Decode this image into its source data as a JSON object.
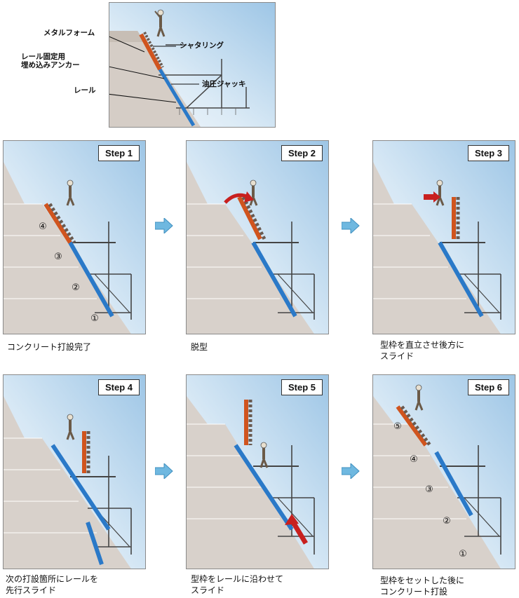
{
  "overview": {
    "labels": {
      "metal_form": "メタルフォーム",
      "shuttering": "シャタリング",
      "rail_anchor": "レール固定用\n埋め込みアンカー",
      "hydraulic_jack": "油圧ジャッキ",
      "rail": "レール"
    }
  },
  "steps": [
    {
      "tag": "Step 1",
      "caption": "コンクリート打設完了",
      "lifts": [
        "④",
        "③",
        "②",
        "①"
      ]
    },
    {
      "tag": "Step 2",
      "caption": "脱型"
    },
    {
      "tag": "Step 3",
      "caption": "型枠を直立させ後方に\nスライド"
    },
    {
      "tag": "Step 4",
      "caption": "次の打設箇所にレールを\n先行スライド"
    },
    {
      "tag": "Step 5",
      "caption": "型枠をレールに沿わせて\nスライド"
    },
    {
      "tag": "Step 6",
      "caption": "型枠をセットした後に\nコンクリート打設",
      "lifts": [
        "⑤",
        "④",
        "③",
        "②",
        "①"
      ]
    }
  ],
  "colors": {
    "sky_top": "#9ec6e6",
    "sky_bottom": "#f4f8fc",
    "wall": "#d8d1cb",
    "wall_shade": "#bfb6ae",
    "rail_blue": "#2a79c8",
    "form_orange": "#d0541e",
    "steel": "#555555",
    "arrow_red": "#c8201f",
    "flow_arrow": "#6fb8e0"
  }
}
